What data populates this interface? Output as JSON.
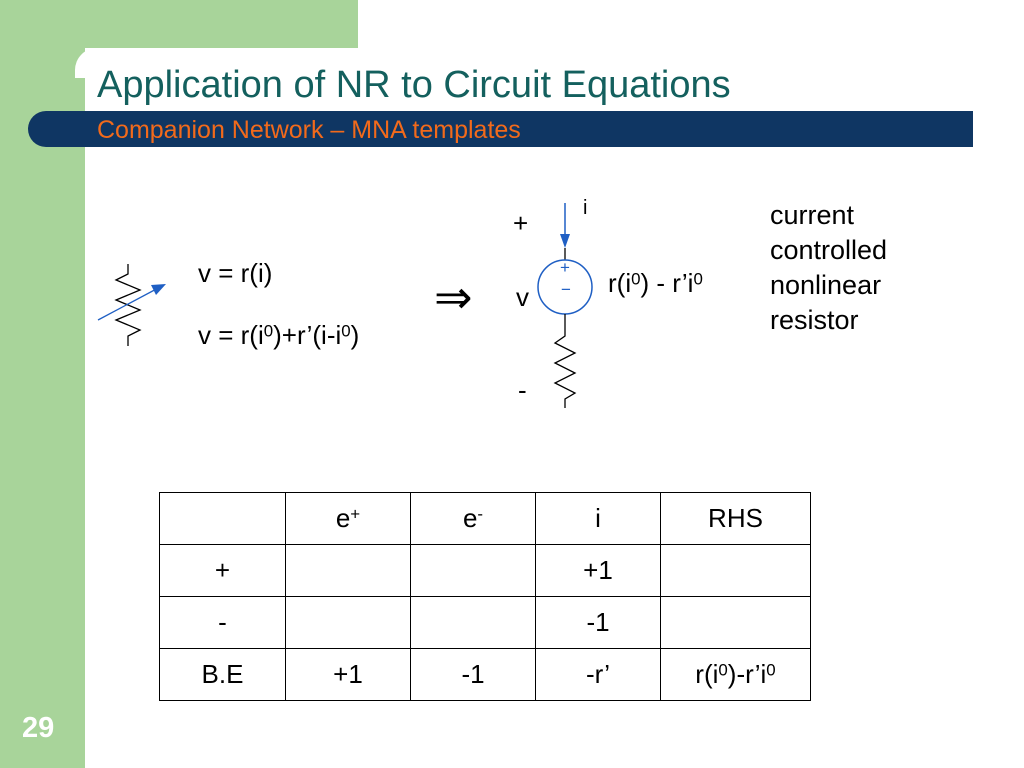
{
  "slide": {
    "title": "Application of NR to Circuit Equations",
    "subtitle": "Companion Network – MNA templates",
    "page_number": "29"
  },
  "equations": {
    "eq1": "v = r(i)",
    "eq2_a": "v = r(i",
    "eq2_sup1": "0",
    "eq2_b": ")+r’(i-i",
    "eq2_sup2": "0",
    "eq2_c": ")"
  },
  "implies_symbol": "⇒",
  "circuit": {
    "plus": "+",
    "minus": "-",
    "v_label": "v",
    "i_label": "i",
    "source_plus": "+",
    "source_minus": "−",
    "source_a": "r(i",
    "source_sup1": "0",
    "source_b": ") - r’i",
    "source_sup2": "0"
  },
  "description": [
    "current",
    "controlled",
    "nonlinear",
    "resistor"
  ],
  "table": {
    "header": {
      "col0": "",
      "col1": "e",
      "col1_sup": "+",
      "col2": "e",
      "col2_sup": "-",
      "col3": "i",
      "col4": "RHS"
    },
    "rows": [
      {
        "label": "+",
        "e_plus": "",
        "e_minus": "",
        "i": "+1",
        "rhs": ""
      },
      {
        "label": "-",
        "e_plus": "",
        "e_minus": "",
        "i": "-1",
        "rhs": ""
      },
      {
        "label": "B.E",
        "e_plus": "+1",
        "e_minus": "-1",
        "i": "-r’",
        "rhs_a": "r(i",
        "rhs_sup1": "0",
        "rhs_b": ")-r’i",
        "rhs_sup2": "0"
      }
    ]
  },
  "colors": {
    "accent_green": "#a8d49a",
    "title_band": "#0f3663",
    "title_text": "#14605e",
    "subtitle_text": "#f26a1b"
  }
}
